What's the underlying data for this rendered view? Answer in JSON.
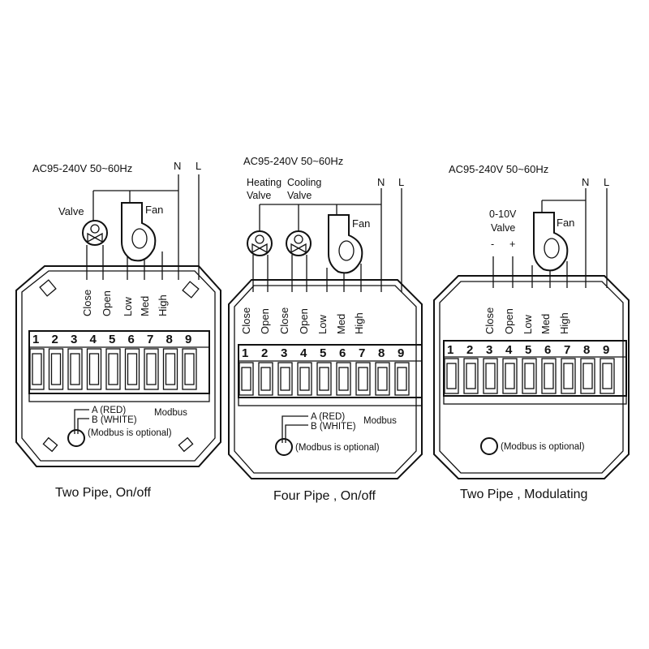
{
  "diagrams": [
    {
      "supply": "AC95-240V  50~60Hz",
      "neutral": "N",
      "line": "L",
      "valve": "Valve",
      "fan": "Fan",
      "wires": [
        "Close",
        "Open",
        "Low",
        "Med",
        "High"
      ],
      "terminals": [
        "1",
        "2",
        "3",
        "4",
        "5",
        "6",
        "7",
        "8",
        "9"
      ],
      "modbus_a": "A (RED)",
      "modbus_b": "B (WHITE)",
      "modbus": "Modbus",
      "modbus_note": "(Modbus is optional)",
      "caption": "Two Pipe, On/off"
    },
    {
      "supply": "AC95-240V  50~60Hz",
      "neutral": "N",
      "line": "L",
      "heating_valve_1": "Heating",
      "heating_valve_2": "Valve",
      "cooling_valve_1": "Cooling",
      "cooling_valve_2": "Valve",
      "fan": "Fan",
      "wires": [
        "Close",
        "Open",
        "Close",
        "Open",
        "Low",
        "Med",
        "High"
      ],
      "terminals": [
        "1",
        "2",
        "3",
        "4",
        "5",
        "6",
        "7",
        "8",
        "9"
      ],
      "modbus_a": "A (RED)",
      "modbus_b": "B (WHITE)",
      "modbus": "Modbus",
      "modbus_note": "(Modbus is optional)",
      "caption": "Four Pipe , On/off"
    },
    {
      "supply": "AC95-240V  50~60Hz",
      "neutral": "N",
      "line": "L",
      "valve_1": "0-10V",
      "valve_2": "Valve",
      "minus": "-",
      "plus": "+",
      "fan": "Fan",
      "wires": [
        "Close",
        "Open",
        "Low",
        "Med",
        "High"
      ],
      "terminals": [
        "1",
        "2",
        "3",
        "4",
        "5",
        "6",
        "7",
        "8",
        "9"
      ],
      "modbus_note": "(Modbus is optional)",
      "caption": "Two Pipe , Modulating"
    }
  ]
}
